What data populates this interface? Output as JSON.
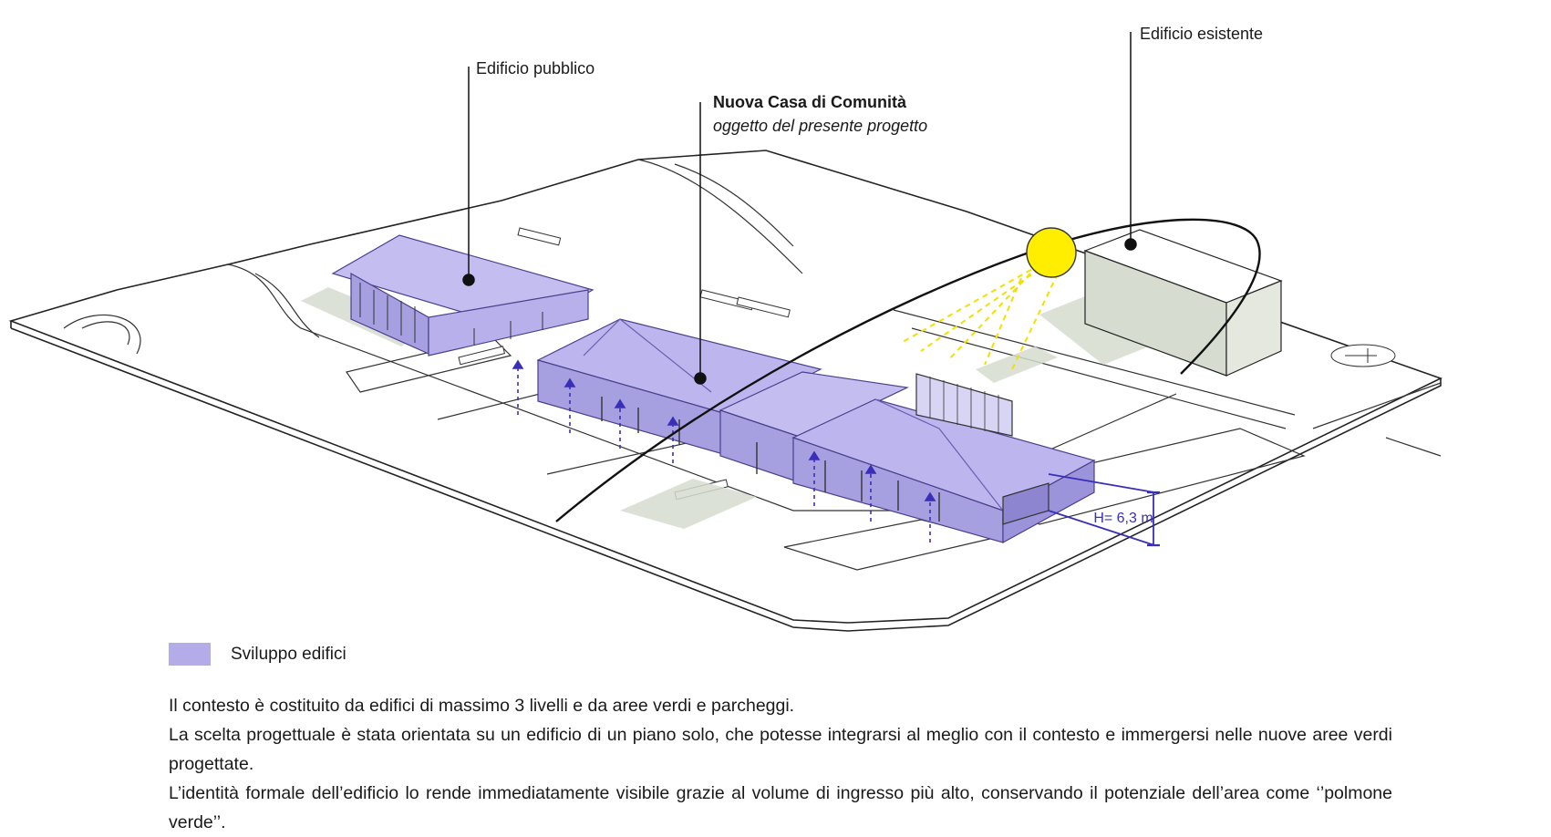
{
  "callouts": {
    "public_building": "Edificio pubblico",
    "new_community_house_title": "Nuova Casa di Comunità",
    "new_community_house_subtitle": "oggetto del presente progetto",
    "existing_building": "Edificio esistente"
  },
  "dimension": {
    "height_label": "H= 6,3 m"
  },
  "legend": {
    "label": "Sviluppo edifici",
    "swatch_color": "#b3ace8"
  },
  "description": {
    "paragraphs": [
      "Il contesto è costituito da edifici di massimo 3 livelli e da aree verdi e parcheggi.",
      "La scelta progettuale è stata orientata su un edificio di un piano solo, che potesse integrarsi al meglio con il contesto e immergersi nelle nuove aree verdi progettate.",
      "L’identità formale dell’edificio lo rende immediatamente visibile grazie al volume di ingresso più alto, conservando il potenziale dell’area come ‘’polmone verde’’."
    ]
  },
  "colors": {
    "building_fill": "#b3ace8",
    "building_stroke": "#4a3f8c",
    "sun": "#ffee00",
    "shadow": "#d6dcd0",
    "dimension_line": "#3a2fb8"
  }
}
